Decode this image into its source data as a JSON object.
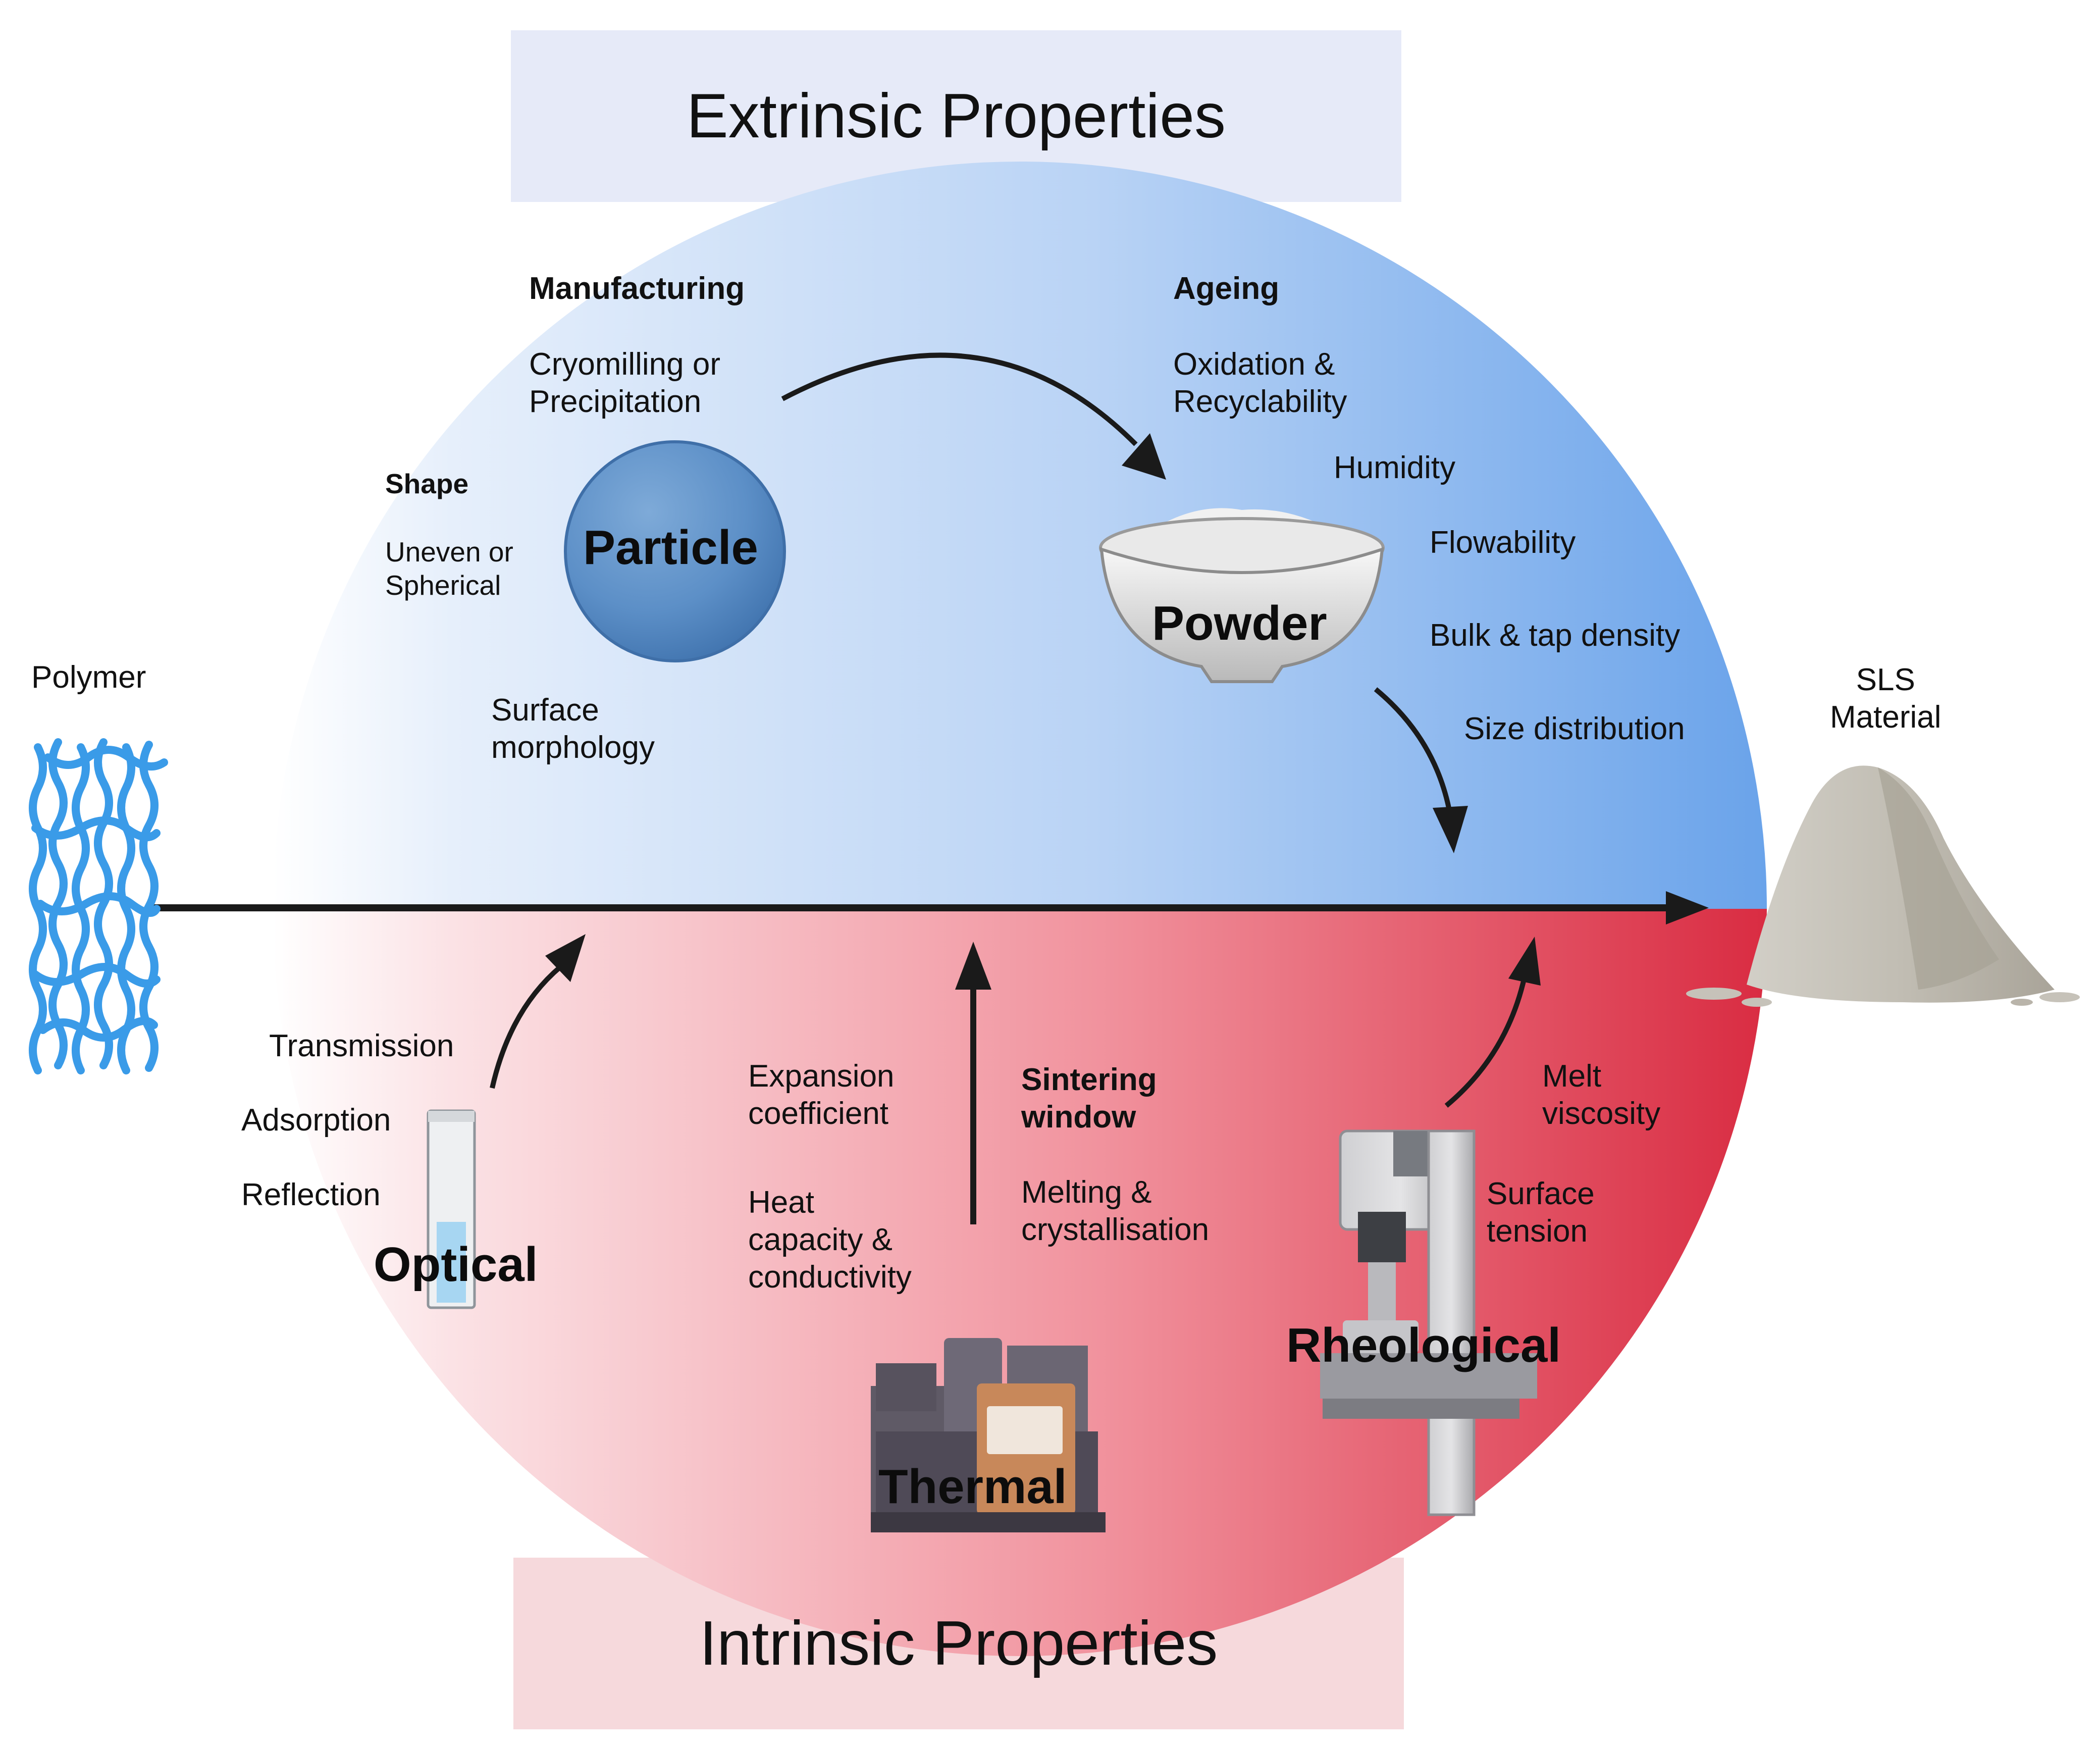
{
  "banners": {
    "extrinsic": "Extrinsic Properties",
    "intrinsic": "Intrinsic Properties"
  },
  "ends": {
    "polymer": "Polymer",
    "sls_material": "SLS\nMaterial"
  },
  "extrinsic": {
    "particle": "Particle",
    "powder": "Powder",
    "manufacturing_title": "Manufacturing",
    "manufacturing_text": "Cryomilling or\nPrecipitation",
    "shape_title": "Shape",
    "shape_text": "Uneven or\nSpherical",
    "surface_morphology": "Surface\nmorphology",
    "ageing_title": "Ageing",
    "ageing_text": "Oxidation &\nRecyclability",
    "humidity": "Humidity",
    "flowability": "Flowability",
    "bulk_tap_density": "Bulk & tap density",
    "size_distribution": "Size distribution"
  },
  "intrinsic": {
    "optical": "Optical",
    "transmission": "Transmission",
    "adsorption": "Adsorption",
    "reflection": "Reflection",
    "thermal": "Thermal",
    "expansion_coefficient": "Expansion\ncoefficient",
    "heat_capacity": "Heat\ncapacity &\nconductivity",
    "sintering_window": "Sintering\nwindow",
    "melting_crystallisation": "Melting &\ncrystallisation",
    "rheological": "Rheological",
    "melt_viscosity": "Melt\nviscosity",
    "surface_tension": "Surface\ntension"
  },
  "colors": {
    "extrinsic_light": "#f2f6fd",
    "extrinsic_dark": "#6fa6ea",
    "intrinsic_light": "#fbe7ea",
    "intrinsic_dark": "#db3346",
    "polymer_blue": "#3a9be8",
    "banner_top": "#e6eaf8",
    "banner_bottom": "#f6d9dc"
  }
}
